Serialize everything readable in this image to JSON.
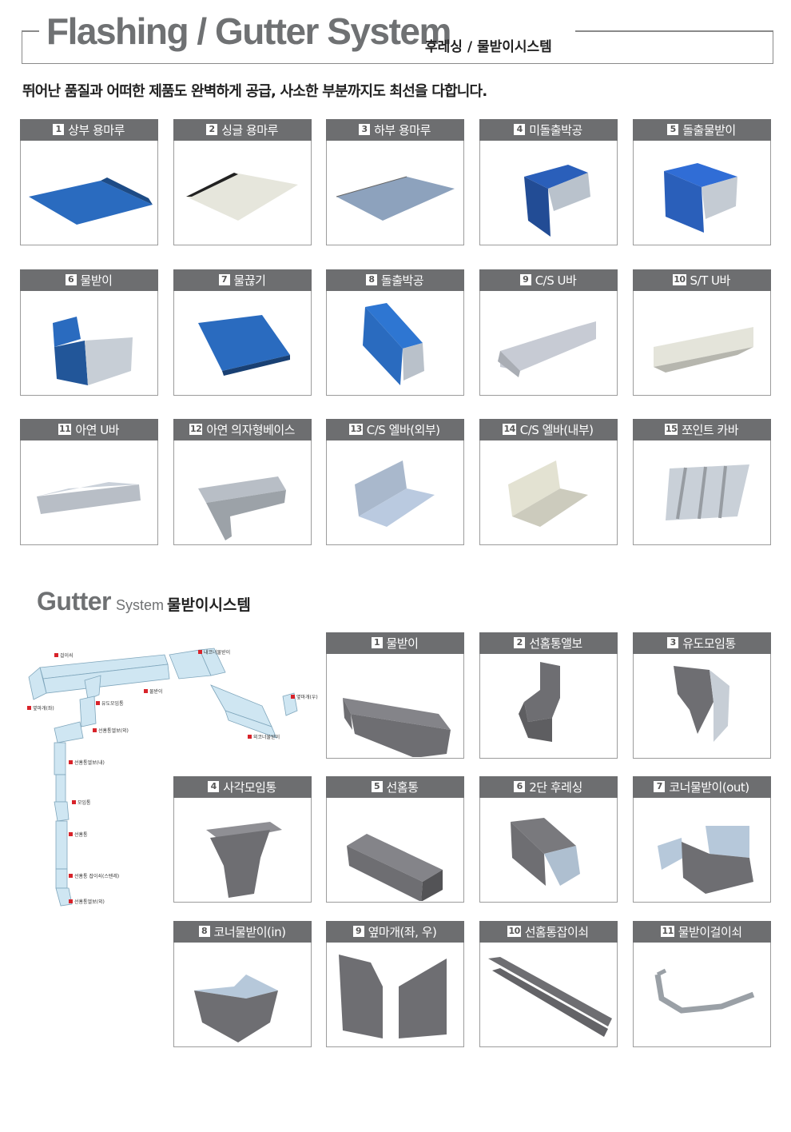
{
  "header": {
    "title_en": "Flashing / Gutter System",
    "title_ko": "후레싱 / 물받이시스템",
    "tagline": "뛰어난 품질과 어떠한 제품도 완벽하게 공급, 사소한 부분까지도 최선을 다합니다."
  },
  "flashing": {
    "items": [
      {
        "num": "1",
        "label": "상부 용마루",
        "color": "#2a6bbf"
      },
      {
        "num": "2",
        "label": "싱글 용마루",
        "color": "#e6e6dc"
      },
      {
        "num": "3",
        "label": "하부 용마루",
        "color": "#8da2bd"
      },
      {
        "num": "4",
        "label": "미돌출박공",
        "color": "#2a5fba"
      },
      {
        "num": "5",
        "label": "돌출물받이",
        "color": "#2a5fba"
      },
      {
        "num": "6",
        "label": "물받이",
        "color": "#2a6bbf"
      },
      {
        "num": "7",
        "label": "물끊기",
        "color": "#2a6bbf"
      },
      {
        "num": "8",
        "label": "돌출박공",
        "color": "#2a6bbf"
      },
      {
        "num": "9",
        "label": "C/S U바",
        "color": "#c7cbd4"
      },
      {
        "num": "10",
        "label": "S/T U바",
        "color": "#e4e4da"
      },
      {
        "num": "11",
        "label": "아연 U바",
        "color": "#b8bec6"
      },
      {
        "num": "12",
        "label": "아연 의자형베이스",
        "color": "#b8bec6"
      },
      {
        "num": "13",
        "label": "C/S 엘바(외부)",
        "color": "#a9b8cc"
      },
      {
        "num": "14",
        "label": "C/S 엘바(내부)",
        "color": "#e3e2d2"
      },
      {
        "num": "15",
        "label": "쪼인트 카바",
        "color": "#c9d0d8"
      }
    ]
  },
  "gutter": {
    "title_big": "Gutter",
    "title_mid": "System",
    "title_ko": "물받이시스템",
    "items": [
      {
        "num": "1",
        "label": "물받이",
        "color": "#6e6e72"
      },
      {
        "num": "2",
        "label": "선홈통앨보",
        "color": "#6e6e72"
      },
      {
        "num": "3",
        "label": "유도모임통",
        "color": "#6e6e72"
      },
      {
        "num": "4",
        "label": "사각모임통",
        "color": "#6e6e72"
      },
      {
        "num": "5",
        "label": "선홈통",
        "color": "#6e6e72"
      },
      {
        "num": "6",
        "label": "2단 후레싱",
        "color": "#6e6e72"
      },
      {
        "num": "7",
        "label": "코너물받이(out)",
        "color": "#6e6e72"
      },
      {
        "num": "8",
        "label": "코너물받이(in)",
        "color": "#6e6e72"
      },
      {
        "num": "9",
        "label": "옆마개(좌, 우)",
        "color": "#6e6e72"
      },
      {
        "num": "10",
        "label": "선홈통잡이쇠",
        "color": "#6e6e72"
      },
      {
        "num": "11",
        "label": "물받이걸이쇠",
        "color": "#9aa0a6"
      }
    ],
    "diagram_labels": [
      "걸이쇠",
      "옆마개(좌)",
      "유도모임통",
      "물받이",
      "내코너물받이",
      "옆마개(우)",
      "외코너물받이",
      "선홈통엘보(외)",
      "선홈통엘보(내)",
      "모임통",
      "선홈통",
      "선홈통 잡이쇠(스텐레)",
      "선홈통엘보(외)"
    ]
  }
}
